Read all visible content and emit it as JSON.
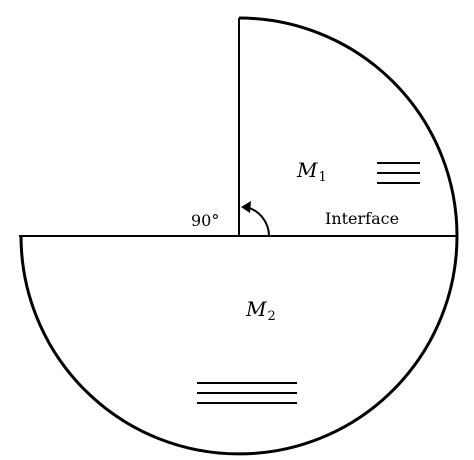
{
  "labels": {
    "medium_1": {
      "symbol": "M",
      "subscript": "1"
    },
    "medium_2": {
      "symbol": "M",
      "subscript": "2"
    },
    "angle": "90°",
    "interface": "Interface"
  },
  "colors": {
    "stroke": "#000000",
    "background": "#ffffff"
  }
}
